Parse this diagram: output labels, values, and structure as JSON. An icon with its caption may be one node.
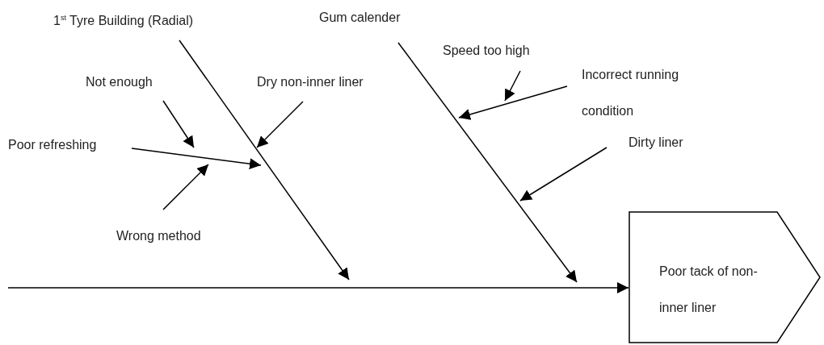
{
  "diagram": {
    "nodes": [
      {
        "text": [
          "1$^{st}$ Tyre Building (Radial)"
        ]
      },
      {
        "text": [
          "Not enough"
        ]
      },
      {
        "text": [
          "Dry non-inner liner"
        ]
      },
      {
        "text": [
          "Poor refreshing"
        ]
      },
      {
        "text": [
          "Wrong method"
        ]
      },
      {
        "text": [
          "Gum calender"
        ]
      },
      {
        "text": [
          "Speed too high"
        ]
      },
      {
        "text": [
          "Incorrect running condition"
        ]
      },
      {
        "text": [
          "Dirty liner"
        ]
      },
      {
        "text": [
          "Poor tack of non-inner liner"
        ]
      }
    ],
    "edges": [
      {
        "from": 0,
        "to": null,
        "arrow": "to"
      },
      {
        "from": 1,
        "to": null,
        "arrow": "to"
      },
      {
        "from": 2,
        "to": null,
        "arrow": "to"
      },
      {
        "from": 3,
        "to": null,
        "arrow": "to"
      },
      {
        "from": 4,
        "to": null,
        "arrow": "to"
      },
      {
        "from": 5,
        "to": null,
        "arrow": "to"
      },
      {
        "from": 6,
        "to": null,
        "arrow": "to"
      },
      {
        "from": 7,
        "to": null,
        "arrow": "to"
      },
      {
        "from": 8,
        "to": null,
        "arrow": "to"
      },
      {
        "from": null,
        "to": 9,
        "arrow": "to"
      }
    ]
  }
}
